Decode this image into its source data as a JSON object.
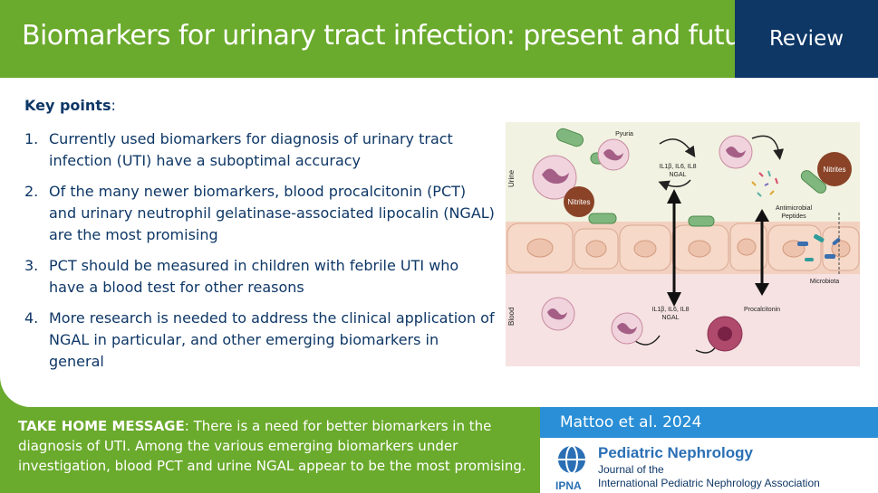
{
  "header": {
    "title": "Biomarkers for urinary tract infection: present and future",
    "badge": "Review"
  },
  "key_points": {
    "heading": "Key points",
    "colon": ":",
    "items": [
      {
        "num": "1.",
        "text": "Currently used biomarkers for diagnosis of urinary tract infection (UTI) have a suboptimal accuracy"
      },
      {
        "num": "2.",
        "text": "Of the many newer biomarkers, blood procalcitonin (PCT) and urinary neutrophil gelatinase-associated lipocalin (NGAL) are the most promising"
      },
      {
        "num": "3.",
        "text": "PCT should be measured in children with febrile UTI who have a blood test for other reasons"
      },
      {
        "num": "4.",
        "text": "More research is needed to address the clinical application of NGAL in particular, and other emerging biomarkers in general"
      }
    ]
  },
  "figure": {
    "urine_label": "Urine",
    "blood_label": "Blood",
    "pyuria": "Pyuria",
    "cytokines_top": "IL1β, IL6, IL8",
    "ngal_top": "NGAL",
    "nitrites_left": "Nitrites",
    "nitrites_right": "Nitrites",
    "antimicrobial_1": "Antimicrobial",
    "antimicrobial_2": "Peptides",
    "microbiota": "Microbiota",
    "cytokines_bottom": "IL1β, IL6, IL8",
    "ngal_bottom": "NGAL",
    "procalcitonin": "Procalcitonin"
  },
  "take_home": {
    "label": "TAKE HOME MESSAGE",
    "text": ": There is a need for better biomarkers in the diagnosis of UTI. Among the various emerging biomarkers under investigation, blood PCT and urine NGAL appear to be the most promising."
  },
  "citation": "Mattoo et al. 2024",
  "journal": {
    "name": "Pediatric Nephrology",
    "of_the": "Journal of the",
    "association": "International Pediatric Nephrology Association",
    "logo_text": "IPNA"
  },
  "colors": {
    "brand_green": "#6aaa2c",
    "navy": "#0e3766",
    "blue": "#2a8fd6"
  }
}
